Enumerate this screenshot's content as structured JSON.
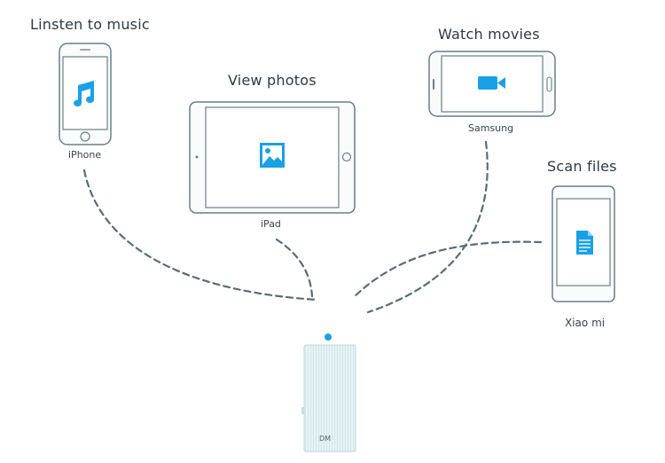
{
  "devices": [
    {
      "caption": "Linsten to music",
      "name": "iPhone",
      "icon": "music-note-icon"
    },
    {
      "caption": "View photos",
      "name": "iPad",
      "icon": "photo-icon"
    },
    {
      "caption": "Watch movies",
      "name": "Samsung",
      "icon": "video-camera-icon"
    },
    {
      "caption": "Scan files",
      "name": "Xiao mi",
      "icon": "document-icon"
    }
  ],
  "hub": {
    "label": "DM",
    "icon": "status-light-icon"
  },
  "colors": {
    "accent": "#1aa0e6",
    "device_outline": "#6a7f86",
    "device_fill": "#fafcfc",
    "connection_line": "#5a6c70",
    "hub_body": "#e3f1f4",
    "hub_outline": "#bfd6dc",
    "hub_light": "#1aa0e6"
  }
}
